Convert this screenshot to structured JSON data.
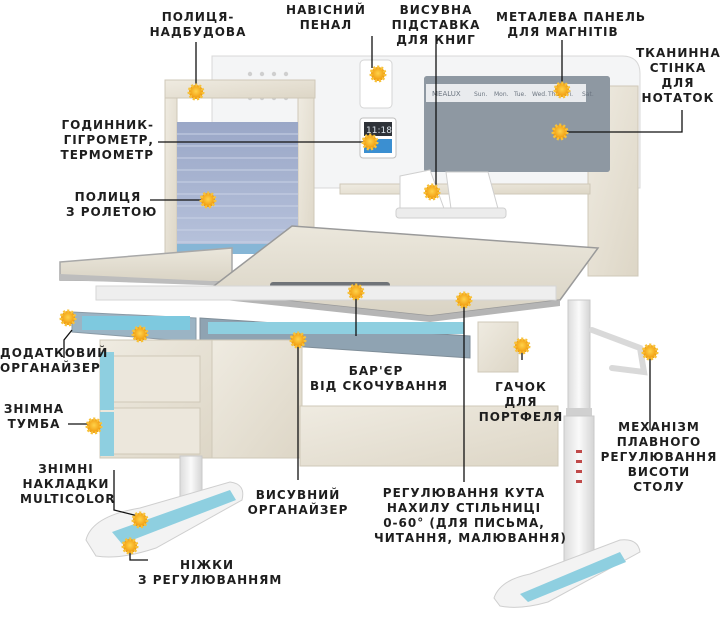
{
  "labels": {
    "shelf_addon": [
      "ПОЛИЦЯ-",
      "НАДБУДОВА"
    ],
    "pencil_case": [
      "НАВІСНИЙ",
      "ПЕНАЛ"
    ],
    "book_stand": [
      "ВИСУВНА",
      "ПІДСТАВКА",
      "ДЛЯ КНИГ"
    ],
    "metal_panel": [
      "МЕТАЛЕВА ПАНЕЛЬ",
      "ДЛЯ МАГНІТІВ"
    ],
    "fabric_wall": [
      "ТКАНИННА",
      "СТІНКА",
      "ДЛЯ",
      "НОТАТОК"
    ],
    "clock": [
      "ГОДИННИК-",
      "ГІГРОМЕТР,",
      "ТЕРМОМЕТР"
    ],
    "roller_shelf": [
      "ПОЛИЦЯ",
      "З РОЛЕТОЮ"
    ],
    "extra_organizer": [
      "ДОДАТКОВИЙ",
      "ОРГАНАЙЗЕР"
    ],
    "removable_cabinet": [
      "ЗНІМНА",
      "ТУМБА"
    ],
    "covers": [
      "ЗНІМНІ",
      "НАКЛАДКИ",
      "MULTICOLOR"
    ],
    "slide_organizer": [
      "ВИСУВНИЙ",
      "ОРГАНАЙЗЕР"
    ],
    "legs": [
      "НІЖКИ",
      "З РЕГУЛЮВАННЯМ"
    ],
    "barrier": [
      "БАР'ЄР",
      "ВІД СКОЧУВАННЯ"
    ],
    "bag_hook": [
      "ГАЧОК",
      "ДЛЯ",
      "ПОРТФЕЛЯ"
    ],
    "tilt": [
      "РЕГУЛЮВАННЯ КУТА",
      "НАХИЛУ СТІЛЬНИЦІ",
      "0-60° (ДЛЯ ПИСЬМА,",
      "ЧИТАННЯ, МАЛЮВАННЯ)"
    ],
    "height_mech": [
      "МЕХАНІЗМ",
      "ПЛАВНОГО",
      "РЕГУЛЮВАННЯ",
      "ВИСОТИ",
      "СТОЛУ"
    ]
  },
  "board": {
    "brand": "MEALUX",
    "days": [
      "Sun.",
      "Mon.",
      "Tue.",
      "Wed.",
      "Thu.",
      "Fri.",
      "Sat."
    ]
  },
  "clock_display": "11:18",
  "colors": {
    "accent_blue": "#8ecfe0",
    "wood": "#e7e2d6",
    "frame": "#ededed",
    "marker": "#f6b21a",
    "label_text": "#1e1e1e"
  }
}
